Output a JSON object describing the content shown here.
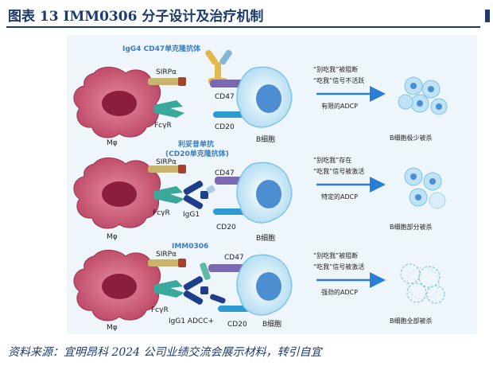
{
  "header": {
    "title": "图表 13   IMM0306 分子设计及治疗机制"
  },
  "footer": {
    "source": "资料来源：宜明昂科 2024 公司业绩交流会展示材料，转引自宜"
  },
  "colors": {
    "title": "#1c3a6e",
    "label_blue": "#3a7cc0",
    "arrow_blue": "#2a7fd4",
    "macrophage": "#c8506a",
    "sirpa": "#c8b46e",
    "fcgr": "#3aa89a",
    "b_cell": "#bfe3f5",
    "igg1": "#1e3e8c"
  },
  "rows": [
    {
      "drug_label": "IgG4 CD47单克隆抗体",
      "mac_label": "Mφ",
      "sirpa_label": "SIRPα",
      "fcgr_label": "FcγR",
      "cd47_label": "CD47",
      "cd20_label": "CD20",
      "bcell_label": "B细胞",
      "signal_line1": "“别吃我”被阻断",
      "signal_line2": "“吃我”信号不活跃",
      "adcp_label": "有限的ADCP",
      "outcome_label": "B细胞极少被杀"
    },
    {
      "drug_label": "利妥昔单抗",
      "drug_label2": "(CD20单克隆抗体)",
      "mac_label": "Mφ",
      "sirpa_label": "SIRPα",
      "fcgr_label": "FcγR",
      "igg1_label": "IgG1",
      "cd47_label": "CD47",
      "cd20_label": "CD20",
      "bcell_label": "B细胞",
      "signal_line1": "“别吃我”存在",
      "signal_line2": "“吃我”信号被激活",
      "adcp_label": "特定的ADCP",
      "outcome_label": "B细胞部分被杀"
    },
    {
      "drug_label": "IMM0306",
      "mac_label": "Mφ",
      "sirpa_label": "SIRPα",
      "fcgr_label": "FcγR",
      "igg1_label": "IgG1 ADCC+",
      "cd47_label": "CD47",
      "cd20_label": "CD20",
      "bcell_label": "B细胞",
      "signal_line1": "“别吃我”被阻断",
      "signal_line2": "“吃我”信号被激活",
      "adcp_label": "强劲的ADCP",
      "outcome_label": "B细胞全部被杀"
    }
  ]
}
